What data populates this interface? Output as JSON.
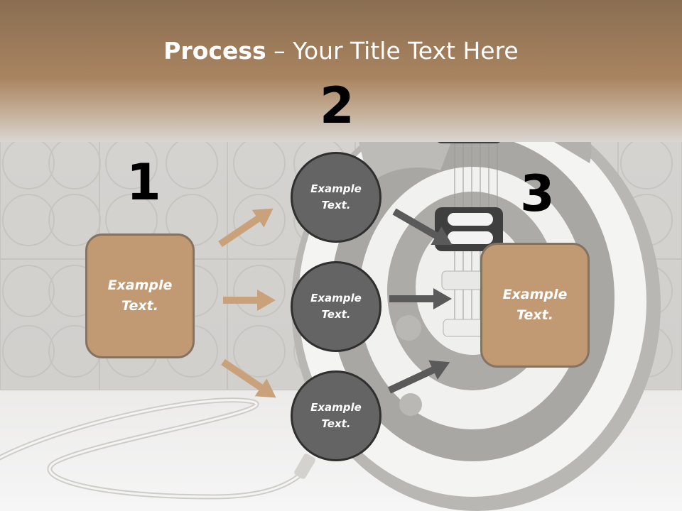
{
  "slide": {
    "title_strong": "Process",
    "title_rest": " – Your Title Text Here"
  },
  "steps": [
    {
      "number": "1",
      "box_line1": "Example",
      "box_line2": "Text."
    },
    {
      "number": "2"
    },
    {
      "number": "3",
      "box_line1": "Example",
      "box_line2": "Text."
    }
  ],
  "circles": [
    {
      "line1": "Example",
      "line2": "Text."
    },
    {
      "line1": "Example",
      "line2": "Text."
    },
    {
      "line1": "Example",
      "line2": "Text."
    }
  ],
  "colors": {
    "header_band": "#9c7a58",
    "box_fill": "#c19a74",
    "box_border": "#857361",
    "circle_fill": "#646464",
    "circle_border": "#2f2f2f",
    "arrow_tan": "#c9a27c",
    "arrow_dark": "#5a5a5a"
  }
}
